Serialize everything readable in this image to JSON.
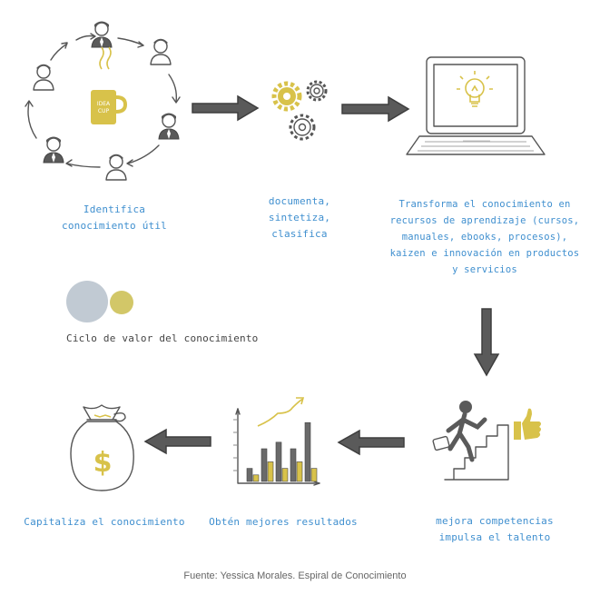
{
  "labels": {
    "identify": [
      "Identifica",
      "conocimiento útil"
    ],
    "document": [
      "documenta,",
      "sintetiza,",
      "clasifica"
    ],
    "transform": [
      "Transforma el conocimiento en",
      "recursos de aprendizaje (cursos,",
      "manuales, ebooks, procesos),",
      "kaizen e innovación en productos",
      "y servicios"
    ],
    "improve": [
      "mejora competencias",
      "impulsa el talento"
    ],
    "results": [
      "Obtén mejores resultados"
    ],
    "capitalize": [
      "Capitaliza el conocimiento"
    ]
  },
  "mug_text": [
    "IDEA",
    "CUP"
  ],
  "legend": "Ciclo de valor del conocimiento",
  "source": "Fuente: Yessica Morales. Espiral de Conocimiento",
  "colors": {
    "accent": "#3f8fcf",
    "gold": "#d8c24a",
    "legend_gray": "#c1cad3",
    "legend_gold": "#d2c768",
    "ink": "#555555"
  },
  "chart_data": {
    "type": "bar",
    "series": [
      {
        "values": [
          2,
          5,
          6,
          5,
          9
        ]
      },
      {
        "values": [
          1,
          3,
          2,
          3,
          2
        ]
      }
    ]
  }
}
